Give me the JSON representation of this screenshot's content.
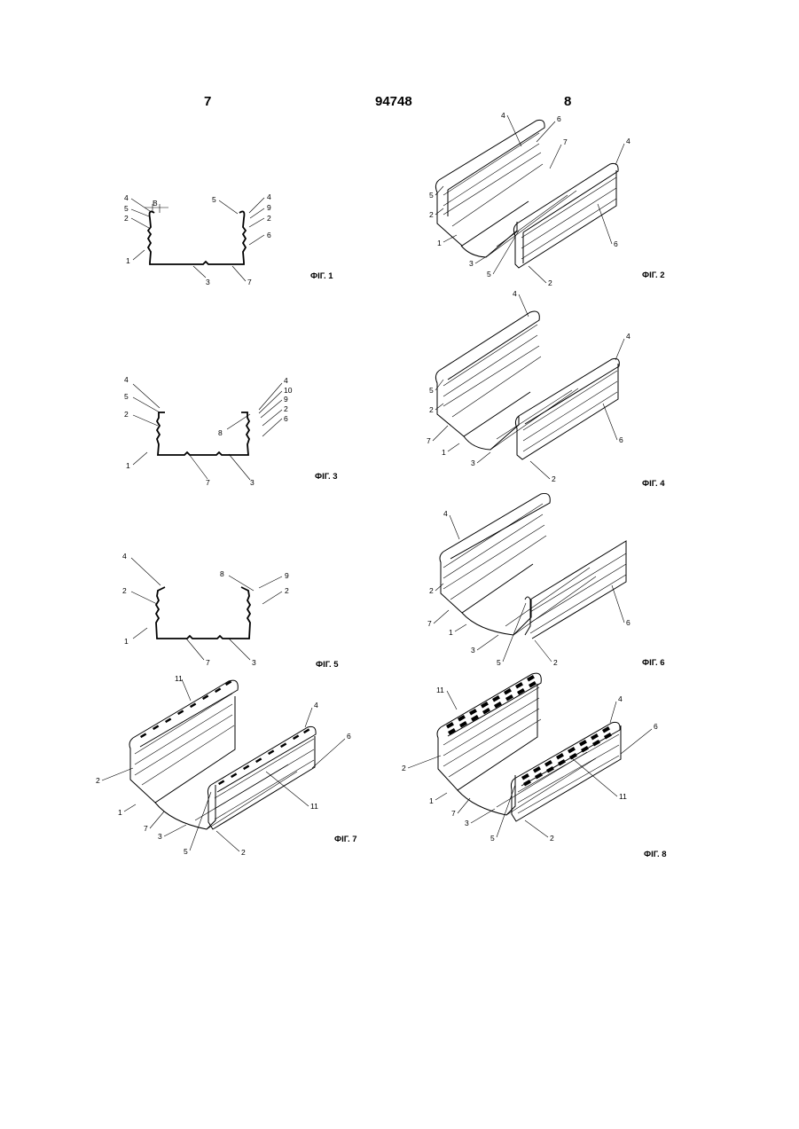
{
  "header": {
    "left_page": "7",
    "patent_number": "94748",
    "right_page": "8"
  },
  "figures": {
    "fig1": {
      "caption": "ФІГ. 1",
      "dim_label": "В",
      "labels": {
        "l4a": "4",
        "l5a": "5",
        "l2a": "2",
        "l1": "1",
        "l5b": "5",
        "l4b": "4",
        "l9": "9",
        "l2b": "2",
        "l6": "6",
        "l3": "3",
        "l7": "7"
      }
    },
    "fig2": {
      "caption": "ФІГ. 2",
      "labels": {
        "l4a": "4",
        "l6a": "6",
        "l7": "7",
        "l4b": "4",
        "l5a": "5",
        "l2a": "2",
        "l1": "1",
        "l3": "3",
        "l5b": "5",
        "l2b": "2",
        "l6b": "6"
      }
    },
    "fig3": {
      "caption": "ФІГ. 3",
      "labels": {
        "l4a": "4",
        "l5": "5",
        "l2a": "2",
        "l1": "1",
        "l8": "8",
        "l4b": "4",
        "l10": "10",
        "l9": "9",
        "l2b": "2",
        "l6": "6",
        "l7": "7",
        "l3": "3"
      }
    },
    "fig4": {
      "caption": "ФІГ. 4",
      "labels": {
        "l4a": "4",
        "l4b": "4",
        "l5": "5",
        "l2a": "2",
        "l7": "7",
        "l1": "1",
        "l3": "3",
        "l2b": "2",
        "l6": "6"
      }
    },
    "fig5": {
      "caption": "ФІГ. 5",
      "labels": {
        "l4": "4",
        "l2a": "2",
        "l1": "1",
        "l8": "8",
        "l9": "9",
        "l2b": "2",
        "l7": "7",
        "l3": "3"
      }
    },
    "fig6": {
      "caption": "ФІГ. 6",
      "labels": {
        "l4": "4",
        "l2a": "2",
        "l7": "7",
        "l1": "1",
        "l3": "3",
        "l5": "5",
        "l2b": "2",
        "l6": "6"
      }
    },
    "fig7": {
      "caption": "ФІГ. 7",
      "labels": {
        "l11a": "11",
        "l4": "4",
        "l6": "6",
        "l2a": "2",
        "l1": "1",
        "l11b": "11",
        "l7": "7",
        "l3": "3",
        "l5": "5",
        "l2b": "2"
      }
    },
    "fig8": {
      "caption": "ФІГ. 8",
      "labels": {
        "l11a": "11",
        "l4": "4",
        "l6": "6",
        "l2a": "2",
        "l1": "1",
        "l7": "7",
        "l3": "3",
        "l11b": "11",
        "l5": "5",
        "l2b": "2"
      }
    }
  }
}
